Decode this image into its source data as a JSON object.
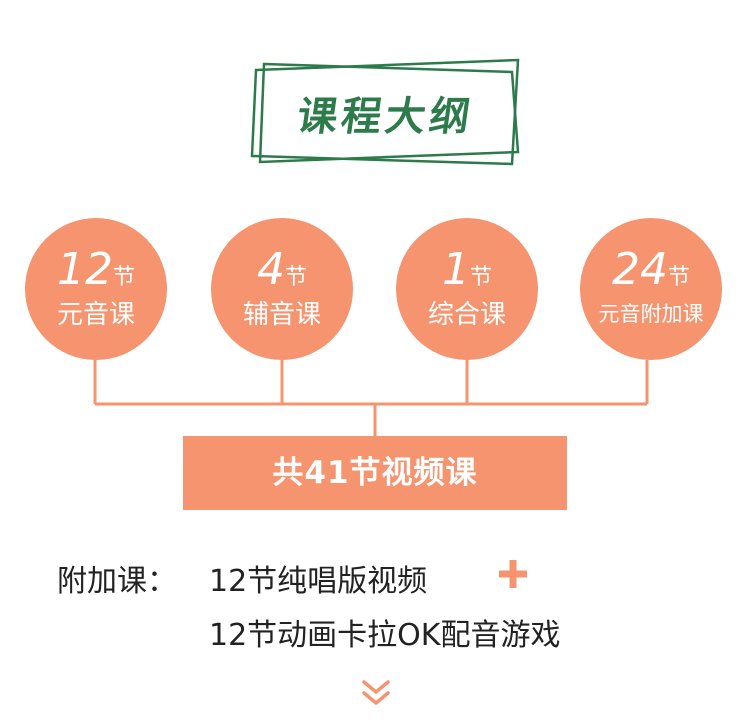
{
  "title": "课程大纲",
  "modules": [
    {
      "count": "12",
      "unit": "节",
      "name": "元音课"
    },
    {
      "count": "4",
      "unit": "节",
      "name": "辅音课"
    },
    {
      "count": "1",
      "unit": "节",
      "name": "综合课"
    },
    {
      "count": "24",
      "unit": "节",
      "name": "元音附加课"
    }
  ],
  "total": "共41节视频课",
  "extras": {
    "label": "附加课：",
    "items": [
      "12节纯唱版视频",
      "12节动画卡拉OK配音游戏"
    ]
  },
  "colors": {
    "accent": "#f5946f",
    "title_green": "#2d7a4b"
  },
  "icons": {
    "plus": "plus-icon",
    "scroll": "double-chevron-down-icon"
  }
}
